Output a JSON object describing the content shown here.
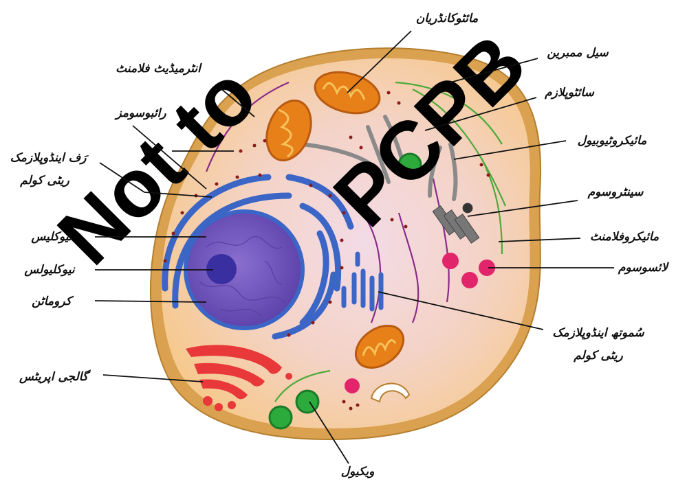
{
  "watermark": {
    "text_left": "Not to",
    "text_right": "PCPB"
  },
  "labels": {
    "mitochondria": "مائٹوکانڈریان",
    "cell_membrane": "سیل ممبرین",
    "cytoplasm": "سائٹوپلازم",
    "microtubule": "مائیکروٹیوبیول",
    "centrosome": "سینٹروسوم",
    "microfilament": "مائیکروفلامنٹ",
    "lysosome": "لائسوسوم",
    "smooth_er_line1": "سُموتھ اینڈوپلازمک",
    "smooth_er_line2": "ریٹی کولم",
    "vacuole": "ویکیول",
    "golgi": "گالجی اپریٹس",
    "chromatin": "کروماٹن",
    "nucleolus": "نیوکلیولس",
    "nucleus": "نیوکلیس",
    "rough_er_line1": "رَف اینڈوپلازمک",
    "rough_er_line2": "ریٹی کولم",
    "ribosome": "رائبوسومز",
    "intermediate_filament": "انٹرمیڈیٹ فلامنٹ"
  },
  "colors": {
    "membrane": "#d9a150",
    "cytoplasm_outer": "#f6c98e",
    "cytoplasm_inner": "#f1d6e3",
    "nucleus": "#6a4fb0",
    "nucleolus": "#3a2fa0",
    "er": "#3b66c6",
    "ribosome": "#8b1a1a",
    "mitochondria": "#e8801a",
    "golgi": "#e8383a",
    "vacuole": "#2daa3c",
    "lysosome": "#e2246a",
    "microtubule": "#8a8a8a",
    "filament": "#8a2a8a",
    "microfilament": "#4caa3a"
  }
}
